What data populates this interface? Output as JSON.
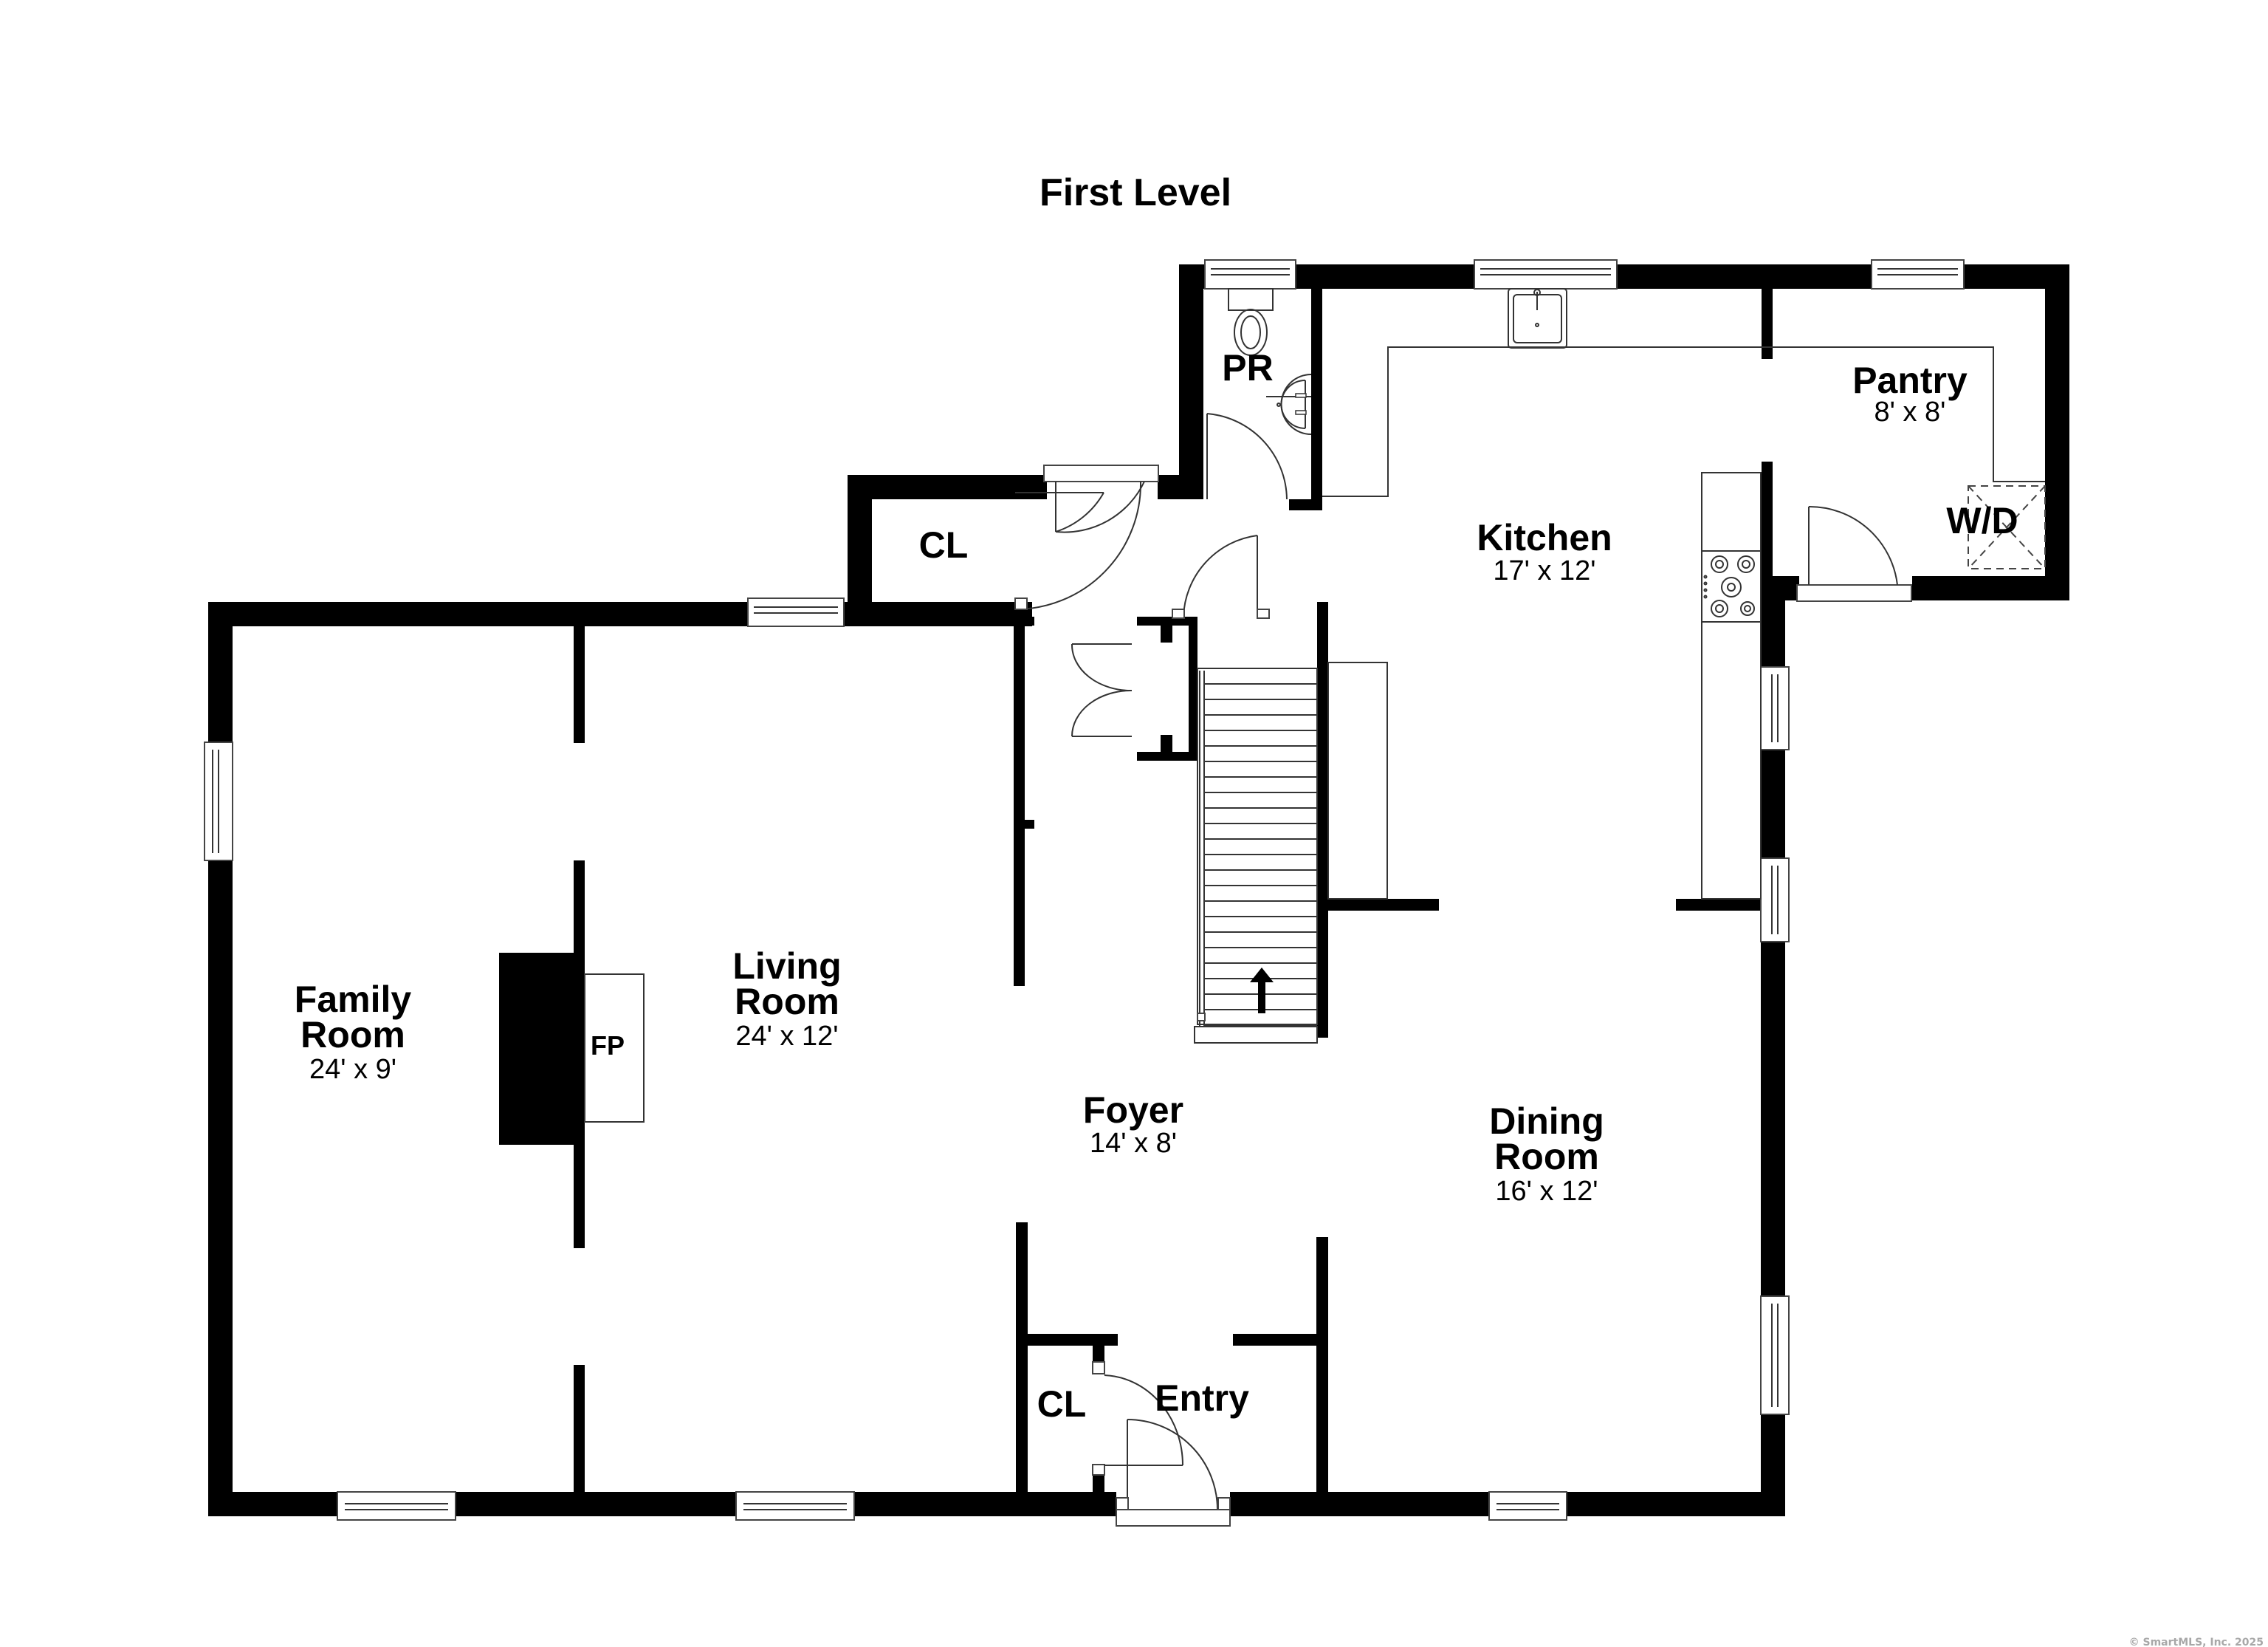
{
  "title": "First Level",
  "copyright": "© SmartMLS, Inc.  2025",
  "colors": {
    "wall": "#000000",
    "background": "#ffffff",
    "line": "#333333",
    "copyright": "#a8a8a8"
  },
  "rooms": {
    "family_room": {
      "name_line1": "Family",
      "name_line2": "Room",
      "dimensions": "24' x 9'"
    },
    "living_room": {
      "name_line1": "Living",
      "name_line2": "Room",
      "dimensions": "24' x 12'"
    },
    "foyer": {
      "name": "Foyer",
      "dimensions": "14' x 8'"
    },
    "dining_room": {
      "name_line1": "Dining",
      "name_line2": "Room",
      "dimensions": "16' x 12'"
    },
    "kitchen": {
      "name": "Kitchen",
      "dimensions": "17' x 12'"
    },
    "pantry": {
      "name": "Pantry",
      "dimensions": "8' x 8'"
    },
    "powder_room": {
      "name": "PR"
    },
    "closet_upper": {
      "name": "CL"
    },
    "closet_entry": {
      "name": "CL"
    },
    "entry": {
      "name": "Entry"
    },
    "fireplace": {
      "name": "FP"
    },
    "washer_dryer": {
      "name": "W/D"
    }
  },
  "icons": {
    "stair_direction": "arrow-up-icon",
    "stove": "cooktop-icon",
    "kitchen_sink": "sink-icon",
    "toilet": "toilet-icon",
    "bath_sink": "bath-sink-icon"
  }
}
